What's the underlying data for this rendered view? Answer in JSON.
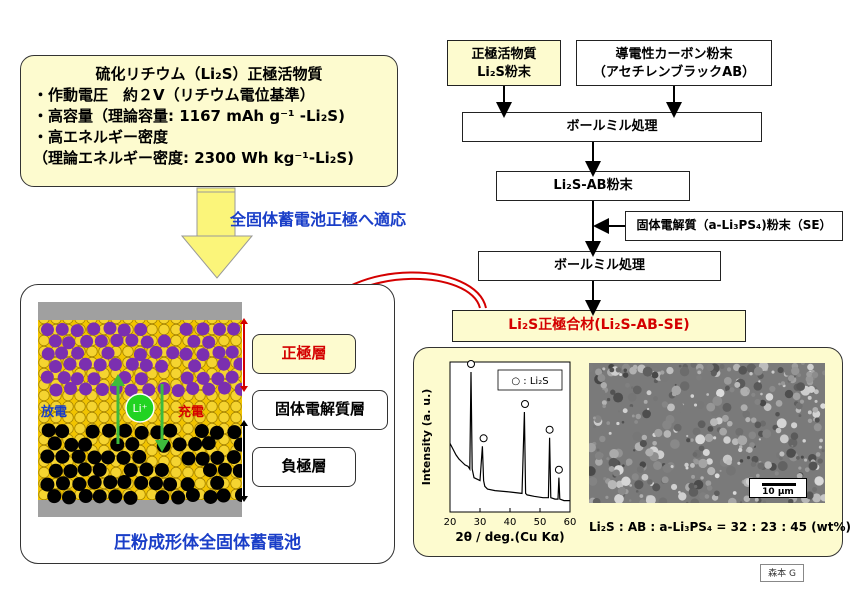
{
  "properties": {
    "title": "硫化リチウム（Li₂S）正極活物質",
    "lines": [
      "・作動電圧　約２V（リチウム電位基準）",
      "・高容量（理論容量: 1167 mAh g⁻¹ -Li₂S)",
      "・高エネルギー密度",
      "（理論エネルギー密度: 2300 Wh kg⁻¹-Li₂S)"
    ]
  },
  "adapt_label": "全固体蓄電池正極へ適応",
  "flow": {
    "input1": [
      "正極活物質",
      "Li₂S粉末"
    ],
    "input2": [
      "導電性カーボン粉末",
      "（アセチレンブラックAB）"
    ],
    "step1": "ボールミル処理",
    "intermediate": "Li₂S-AB粉末",
    "additive": "固体電解質（a-Li₃PS₄)粉末（SE）",
    "step2": "ボールミル処理",
    "product": "Li₂S正極合材(Li₂S-AB-SE)"
  },
  "cell": {
    "caption": "圧粉成形体全固体蓄電池",
    "discharge": "放電",
    "charge": "充電",
    "ion": "Li⁺",
    "layers": [
      "正極層",
      "固体電解質層",
      "負極層"
    ]
  },
  "result": {
    "legend": "○ : Li₂S",
    "formula": "Li₂S : AB : a-Li₃PS₄ = 32 : 23 : 45 (wt%)",
    "scale_bar": "10 μm"
  },
  "chart_data": {
    "type": "line",
    "title": "",
    "xlabel": "2θ / deg.(Cu Kα)",
    "ylabel": "Intensity (a. u.)",
    "xlim": [
      20,
      60
    ],
    "xticks": [
      20,
      30,
      40,
      50,
      60
    ],
    "series": [
      {
        "name": "Li₂S",
        "x": [
          20,
          21,
          22,
          23,
          24,
          25,
          26,
          26.6,
          27,
          27.4,
          28,
          30,
          30.8,
          31.2,
          31.6,
          32.5,
          35,
          40,
          44,
          44.8,
          45.2,
          45.7,
          48,
          51,
          52.8,
          53.2,
          53.6,
          55,
          56,
          56.3,
          56.6,
          58,
          60
        ],
        "y": [
          48,
          44,
          40,
          37,
          35,
          33,
          32,
          30,
          98,
          30,
          24,
          22,
          46,
          22,
          18,
          16,
          15,
          14,
          13,
          70,
          13,
          12,
          11,
          10,
          10,
          52,
          10,
          9,
          9,
          24,
          9,
          8,
          8
        ]
      }
    ],
    "markers": [
      {
        "x": 27.0,
        "y": 98
      },
      {
        "x": 31.2,
        "y": 46
      },
      {
        "x": 45.0,
        "y": 70
      },
      {
        "x": 53.2,
        "y": 52
      },
      {
        "x": 56.3,
        "y": 24
      }
    ]
  },
  "footer": "森本 G"
}
